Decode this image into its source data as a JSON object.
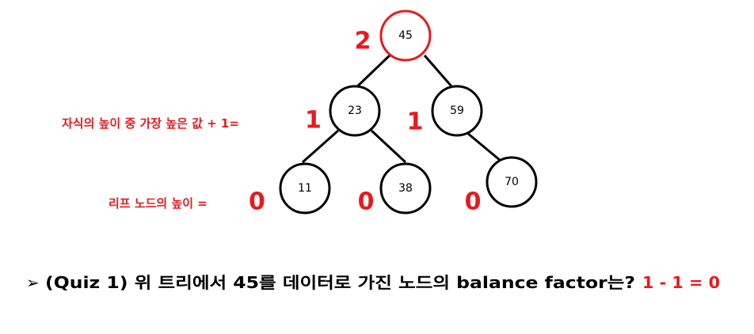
{
  "colors": {
    "accent": "#e8191e",
    "ink": "#000000"
  },
  "tree": {
    "nodes": [
      {
        "id": "n45",
        "label": "45",
        "height": "2",
        "highlight": true
      },
      {
        "id": "n23",
        "label": "23",
        "height": "1"
      },
      {
        "id": "n59",
        "label": "59",
        "height": "1"
      },
      {
        "id": "n11",
        "label": "11"
      },
      {
        "id": "n38",
        "label": "38",
        "height": "0"
      },
      {
        "id": "n70",
        "label": "70",
        "height": "0"
      }
    ]
  },
  "annotations": {
    "internal_rule": "자식의 높이 중 가장 높은 값 + 1=",
    "internal_value": "1",
    "leaf_rule": "리프 노드의 높이 =",
    "leaf_value": "0"
  },
  "quiz": {
    "bullet": "➢",
    "question": "(Quiz 1) 위 트리에서 45를 데이터로 가진 노드의 balance factor는?",
    "answer": "1 - 1 = 0"
  }
}
